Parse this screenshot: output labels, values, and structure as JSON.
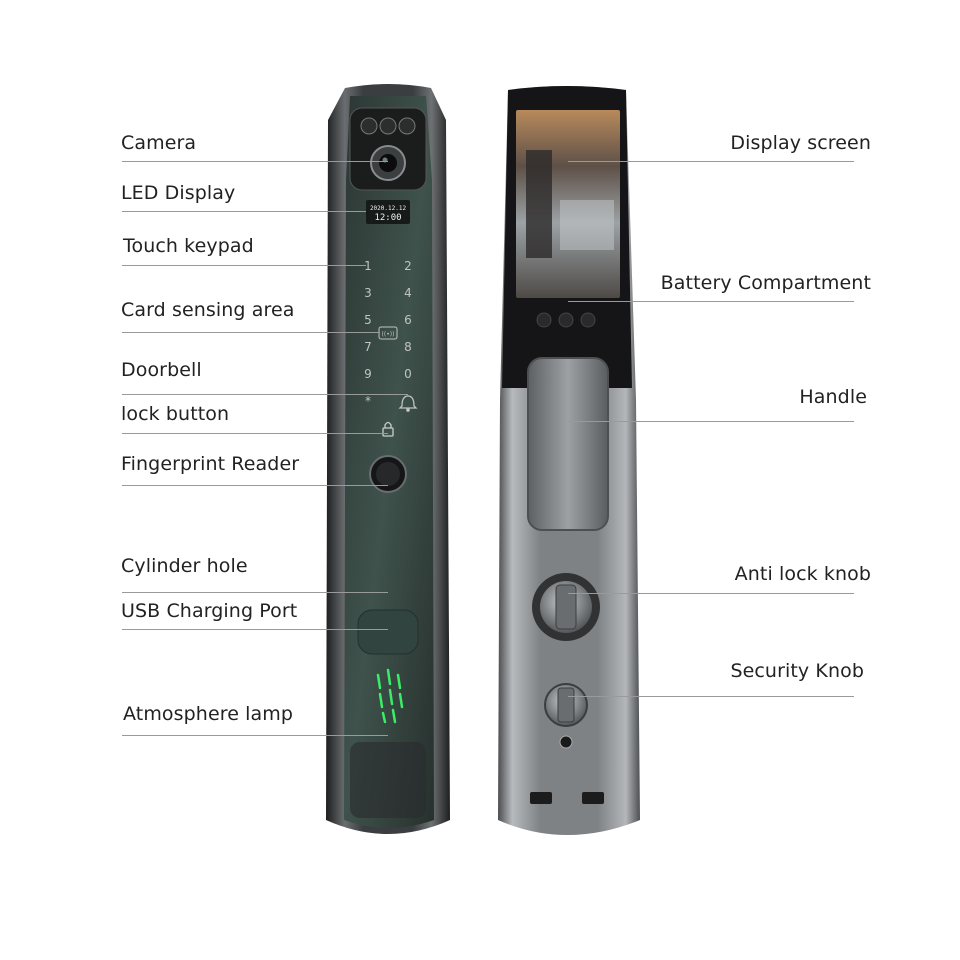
{
  "left_labels": [
    "Camera",
    "LED Display",
    "Touch keypad",
    "Card sensing area",
    "Doorbell",
    "lock button",
    "Fingerprint Reader",
    "Cylinder hole",
    "USB Charging Port",
    "Atmosphere lamp"
  ],
  "right_labels": [
    "Display screen",
    "Battery Compartment",
    "Handle",
    "Anti lock knob",
    "Security Knob"
  ],
  "front_panel": {
    "display_date": "2020.12.12",
    "display_time": "12:00",
    "card_mark": "((•))",
    "keys": [
      "1",
      "2",
      "3",
      "4",
      "5",
      "6",
      "7",
      "8",
      "9",
      "0",
      "*"
    ]
  },
  "colors": {
    "front_body": "#3e4142",
    "front_face": "#3a4a45",
    "back_body": "#8a8d90",
    "back_top": "#1c1c1e",
    "atmosphere_lamp": "#3cff6a",
    "leader_line": "#9a9a9a"
  },
  "icons": [
    "camera-lens-icon",
    "bell-icon",
    "lock-icon",
    "fingerprint-sensor-icon"
  ]
}
